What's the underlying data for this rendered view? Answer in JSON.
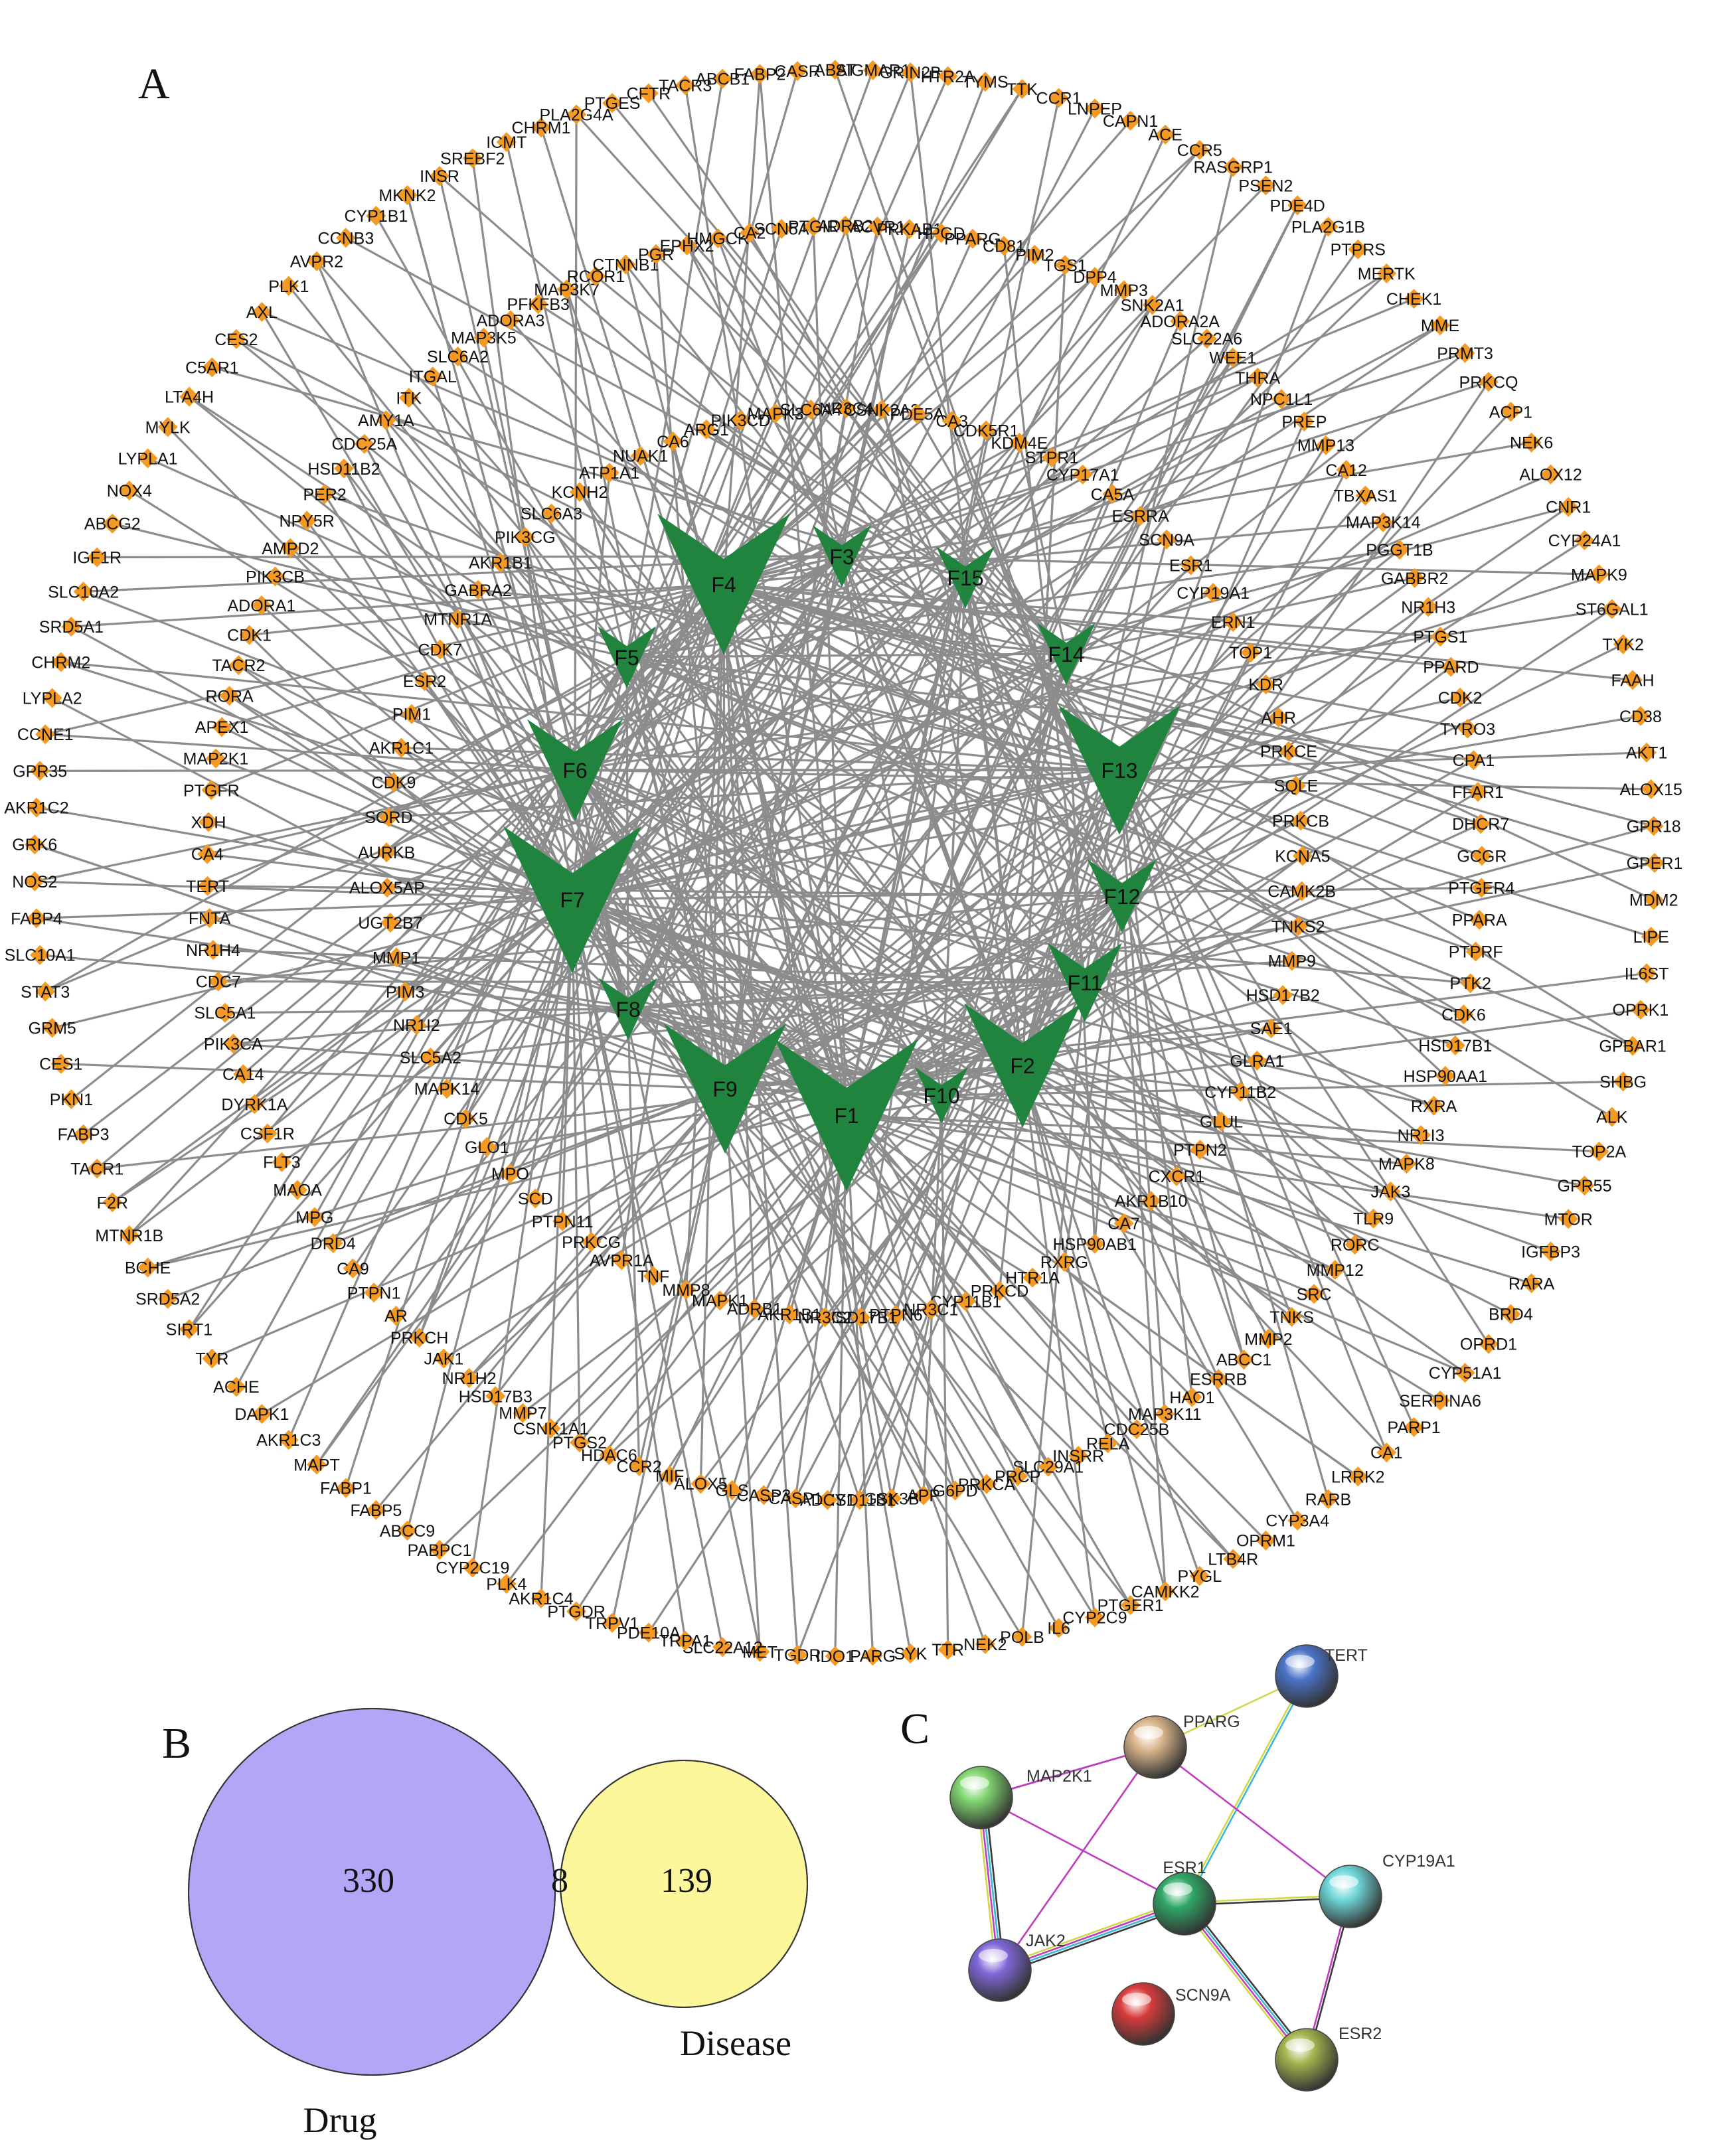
{
  "panels": {
    "a": "A",
    "b": "B",
    "c": "C"
  },
  "colors": {
    "edge": "#8c8c8c",
    "target_node": "#f49a24",
    "compound_node": "#20843f",
    "venn_drug": "#b3a6f6",
    "venn_disease": "#fbf79a",
    "venn_overlap": "#fff0e6"
  },
  "network": {
    "compounds": [
      "F1",
      "F2",
      "F3",
      "F4",
      "F5",
      "F6",
      "F7",
      "F8",
      "F9",
      "F10",
      "F11",
      "F12",
      "F13",
      "F14",
      "F15"
    ],
    "outer_ring": [
      "TYMS",
      "TTK",
      "CCR1",
      "LNPEP",
      "CAPN1",
      "ACE",
      "CCR5",
      "RASGRP1",
      "PSEN2",
      "PDE4D",
      "PLA2G1B",
      "PTPRS",
      "MERTK",
      "CHEK1",
      "MME",
      "PRMT3",
      "PRKCQ",
      "ACP1",
      "NEK6",
      "ALOX12",
      "CNR1",
      "CYP24A1",
      "MAPK9",
      "ST6GAL1",
      "TYK2",
      "FAAH",
      "CD38",
      "AKT1",
      "ALOX15",
      "GPR18",
      "GPER1",
      "MDM2",
      "LIPE",
      "IL6ST",
      "OPRK1",
      "GPBAR1",
      "SHBG",
      "ALK",
      "TOP2A",
      "GPR55",
      "MTOR",
      "IGFBP3",
      "RARA",
      "BRD4",
      "OPRD1",
      "CYP51A1",
      "SERPINA6",
      "PARP1",
      "CA1",
      "LRRK2",
      "RARB",
      "CYP3A4",
      "OPRM1",
      "LTB4R",
      "PYGL",
      "CAMKK2",
      "PTGER1",
      "CYP2C9",
      "IL6",
      "POLB",
      "NEK2",
      "TTR",
      "SYK",
      "PARG",
      "IDO1",
      "TGDR",
      "MET",
      "SLC22A12",
      "TRPA1",
      "PDE10A",
      "TRPV1",
      "PTGDR",
      "AKR1C4",
      "PLK4",
      "CYP2C19",
      "PABPC1",
      "ABCC9",
      "FABP5",
      "FABP1",
      "MAPT",
      "AKR1C3",
      "DAPK1",
      "ACHE",
      "TYR",
      "SIRT1",
      "SRD5A2",
      "BCHE",
      "MTNR1B",
      "F2R",
      "TACR1",
      "FABP3",
      "PKN1",
      "CES1",
      "GRM5",
      "STAT3",
      "SLC10A1",
      "FABP4",
      "NOS2",
      "GRK6",
      "AKR1C2",
      "GPR35",
      "CCNE1",
      "LYPLA2",
      "CHRM2",
      "SRD5A1",
      "SLC10A2",
      "IGF1R",
      "ABCG2",
      "NOX4",
      "LYPLA1",
      "MYLK",
      "LTA4H",
      "C5AR1",
      "CES2",
      "AXL",
      "PLK1",
      "AVPR2",
      "CCNB3",
      "CYP1B1",
      "MKNK2",
      "INSR",
      "SREBF2",
      "ICMT",
      "CHRM1",
      "PLA2G4A",
      "PTGES",
      "CFTR",
      "TACR3",
      "ABCB1",
      "FABP2",
      "CASR",
      "ABAT",
      "SIGMAR1",
      "GRIN2B",
      "HTR2A"
    ],
    "middle_ring": [
      "MMP3",
      "SNK2A1",
      "ADORA2A",
      "SLC22A6",
      "WEE1",
      "THRA",
      "NPC1L1",
      "PREP",
      "MMP13",
      "CA12",
      "TBXAS1",
      "MAP3K14",
      "PGGT1B",
      "GABBR2",
      "NR1H3",
      "PTGS1",
      "PPARD",
      "CDK2",
      "TYRO3",
      "CPA1",
      "FFAR1",
      "DHCR7",
      "GCGR",
      "PTGER4",
      "PPARA",
      "PTPRF",
      "PTK2",
      "CDK6",
      "HSD17B1",
      "HSP90AA1",
      "RXRA",
      "NR1I3",
      "MAPK8",
      "JAK3",
      "TLR9",
      "RORC",
      "MMP12",
      "SRC",
      "TNKS",
      "MMP2",
      "ABCC1",
      "ESRRB",
      "HAO1",
      "MAP3K11",
      "CDC25B",
      "RELA",
      "INSRR",
      "SLC29A1",
      "PRCP",
      "PRKCA",
      "G6PD",
      "APP",
      "GSK3B",
      "HSD11B1",
      "ADCY1",
      "CASP1",
      "CASP3",
      "GLS",
      "ALOX5",
      "MIF",
      "CCR2",
      "HDAC6",
      "PTGS2",
      "CSNK1A1",
      "MMP7",
      "HSD17B3",
      "NR1H2",
      "JAK1",
      "PRKCH",
      "AR",
      "PTPN1",
      "CA9",
      "DRD4",
      "MPG",
      "MAOA",
      "FLT3",
      "CSF1R",
      "DYRK1A",
      "CA14",
      "PIK3CA",
      "SLC5A1",
      "CDC7",
      "NR1H4",
      "FNTA",
      "TERT",
      "CA4",
      "XDH",
      "PTGFR",
      "MAP2K1",
      "APEX1",
      "RORA",
      "TACR2",
      "CDK1",
      "ADORA1",
      "PIK3CB",
      "AMPD2",
      "NPY5R",
      "PER2",
      "HSD11B2",
      "CDC25A",
      "AMY1A",
      "ITK",
      "ITGAL",
      "SLC6A2",
      "MAP3K5",
      "ADORA3",
      "PFKFB3",
      "MAP3K7",
      "RCOR1",
      "CTNNB1",
      "PGR",
      "EPHX2",
      "HMGCR",
      "CA2",
      "SCN5A",
      "PTGIR",
      "ADRB2",
      "ACVR1",
      "PRKAB1",
      "HPGD",
      "PPARG",
      "CD81",
      "PIM2",
      "TGS1",
      "DPP4"
    ],
    "inner_ring": [
      "CDK5R1",
      "KDM4E",
      "STPR1",
      "CYP17A1",
      "CA5A",
      "ESRRA",
      "SCN9A",
      "ESR1",
      "CYP19A1",
      "ERN1",
      "TOP1",
      "KDR",
      "AHR",
      "PRKCE",
      "SQLE",
      "PRKCB",
      "KCNA5",
      "CAMK2B",
      "TNKS2",
      "MMP9",
      "HSD17B2",
      "SAE1",
      "GLRA1",
      "CYP11B2",
      "GLUL",
      "PTPN2",
      "CXCR1",
      "AKR1B10",
      "CA7",
      "HSP90AB1",
      "RXRG",
      "HTR1A",
      "PRKCD",
      "CYP11B1",
      "NR3C1",
      "PTPN6",
      "HSD17B1",
      "NR3C2",
      "AKR1B1",
      "ADRB1",
      "MAPK1",
      "MMP8",
      "TNF",
      "AVPR1A",
      "PRKCG",
      "PTPN11",
      "SCD",
      "MPO",
      "GLO1",
      "CDK5",
      "MAPK14",
      "SLC5A2",
      "NR1I2",
      "PIM3",
      "MMP1",
      "UGT2B7",
      "ALOX5AP",
      "AURKB",
      "SORD",
      "CDK9",
      "AKR1C1",
      "PIM1",
      "ESR2",
      "CDK7",
      "MTNR1A",
      "GABRA2",
      "AKR1B1",
      "PIK3CG",
      "SLC6A3",
      "KCNH2",
      "ATP1A1",
      "NUAK1",
      "CA6",
      "ARG1",
      "PIK3CD",
      "MAPK3",
      "SLC6A4",
      "NR3C4",
      "CSNK2A2",
      "PDE5A",
      "CA3"
    ]
  },
  "venn": {
    "drug_only": "330",
    "overlap": "8",
    "disease_only": "139",
    "drug_label": "Drug",
    "disease_label": "Disease"
  },
  "ppi": {
    "nodes": [
      {
        "id": "TERT",
        "color": "#4a73c7"
      },
      {
        "id": "PPARG",
        "color": "#d8b48a"
      },
      {
        "id": "MAP2K1",
        "color": "#7fd46e"
      },
      {
        "id": "ESR1",
        "color": "#2fa866"
      },
      {
        "id": "CYP19A1",
        "color": "#6fd6d8"
      },
      {
        "id": "JAK2",
        "color": "#7f68d8"
      },
      {
        "id": "SCN9A",
        "color": "#d83b3b"
      },
      {
        "id": "ESR2",
        "color": "#a3b34d"
      }
    ]
  }
}
